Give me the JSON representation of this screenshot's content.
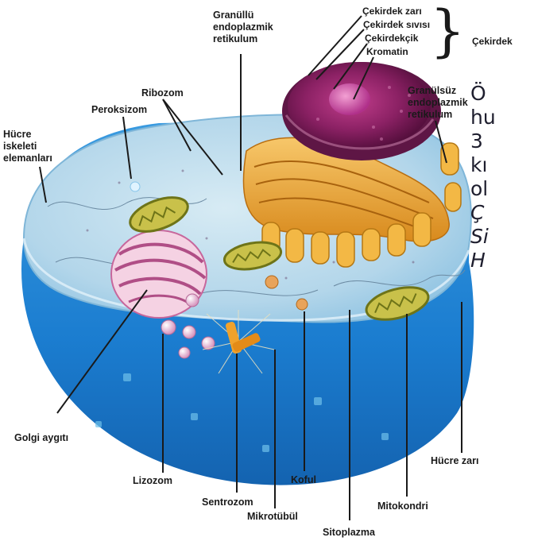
{
  "labels": {
    "granullu_er": [
      "Granüllü",
      "endoplazmik",
      "retikulum"
    ],
    "cekirdek_zari": "Çekirdek zarı",
    "cekirdek_sivisi": "Çekirdek sıvısı",
    "cekirdekcik": "Çekirdekçik",
    "kromatin": "Kromatin",
    "cekirdek": "Çekirdek",
    "ribozom": "Ribozom",
    "granulsuz_er": [
      "Granülsüz",
      "endoplazmik",
      "retikulum"
    ],
    "peroksizom": "Peroksizom",
    "hucre_iskeleti": [
      "Hücre",
      "iskeleti",
      "elemanları"
    ],
    "golgi": "Golgi aygıtı",
    "lizozom": "Lizozom",
    "sentrozom": "Sentrozom",
    "mikrotubul": "Mikrotübül",
    "koful": "Koful",
    "sitoplazma": "Sitoplazma",
    "mitokondri": "Mitokondri",
    "hucre_zari": "Hücre zarı"
  },
  "side_text": {
    "lines": [
      "Ö",
      "hu",
      "3",
      "kı",
      "ol"
    ],
    "italic_lines": [
      "Ç",
      "Si",
      "H"
    ]
  },
  "colors": {
    "cytoplasm_top": "#a9cfe6",
    "cell_wall": "#1f7fcf",
    "nucleus": "#7b1f5a",
    "er": "#e8a33a",
    "golgi": "#e7a7c4",
    "mitochondria": "#8a8f1f"
  }
}
